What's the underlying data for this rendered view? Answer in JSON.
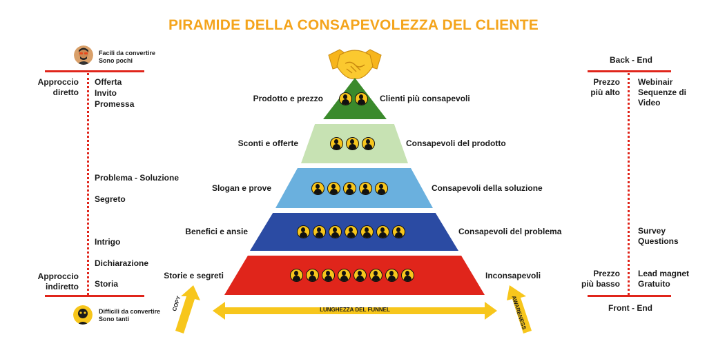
{
  "title": "PIRAMIDE DELLA CONSAPEVOLEZZA DEL CLIENTE",
  "left": {
    "top_note": [
      "Facili da convertire",
      "Sono pochi"
    ],
    "bottom_note": [
      "Difficili da convertire",
      "Sono tanti"
    ],
    "approach_direct": [
      "Approccio",
      "diretto"
    ],
    "approach_indirect": [
      "Approccio",
      "indiretto"
    ],
    "items": [
      "Offerta",
      "Invito",
      "Promessa",
      "Problema - Soluzione",
      "Segreto",
      "Intrigo",
      "Dichiarazione",
      "Storia"
    ]
  },
  "right": {
    "back_end": "Back - End",
    "front_end": "Front - End",
    "price_high": [
      "Prezzo",
      "più alto"
    ],
    "price_low": [
      "Prezzo",
      "più basso"
    ],
    "webinar": [
      "Webinair",
      "Sequenze di",
      "Video"
    ],
    "survey": [
      "Survey",
      "Questions"
    ],
    "lead": [
      "Lead magnet",
      "Gratuito"
    ]
  },
  "pyramid": {
    "tiers": [
      {
        "left_label": "Prodotto e prezzo",
        "right_label": "Clienti più consapevoli",
        "color": "#3a8a2c",
        "people": 2
      },
      {
        "left_label": "Sconti e offerte",
        "right_label": "Consapevoli del prodotto",
        "color": "#c7e2b3",
        "people": 3
      },
      {
        "left_label": "Slogan e prove",
        "right_label": "Consapevoli della soluzione",
        "color": "#6ab0de",
        "people": 5
      },
      {
        "left_label": "Benefici e ansie",
        "right_label": "Consapevoli del problema",
        "color": "#2b4ba3",
        "people": 7
      },
      {
        "left_label": "Storie e segreti",
        "right_label": "Inconsapevoli",
        "color": "#e0251b",
        "people": 8
      }
    ]
  },
  "arrows": {
    "copy": "COPY",
    "awareness": "AWARENESS",
    "funnel": "LUNGHEZZA DEL FUNNEL"
  },
  "colors": {
    "accent": "#f4a41c",
    "red": "#e0251b",
    "arrow": "#f7c61c"
  }
}
